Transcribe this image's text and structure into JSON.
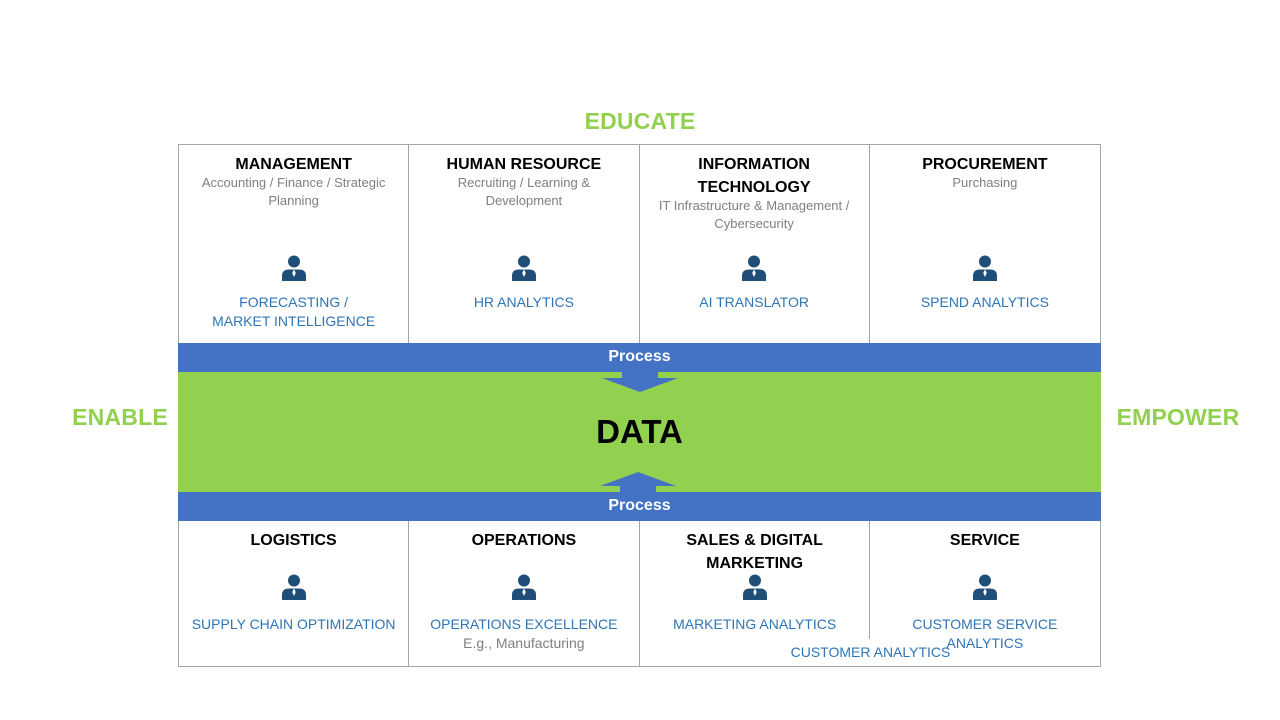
{
  "labels": {
    "educate": "EDUCATE",
    "enable": "ENABLE",
    "empower": "EMPOWER"
  },
  "colors": {
    "accent_green": "#92d050",
    "process_blue": "#4472c4",
    "role_blue": "#2e75b6",
    "icon_navy": "#1f4e79",
    "subtitle_grey": "#7f7f7f"
  },
  "top_departments": [
    {
      "title": "MANAGEMENT",
      "subtitle": "Accounting / Finance / Strategic Planning",
      "role": "FORECASTING /\nMARKET INTELLIGENCE",
      "icon": "person-icon"
    },
    {
      "title": "HUMAN RESOURCE",
      "subtitle": "Recruiting / Learning & Development",
      "role": "HR ANALYTICS",
      "icon": "person-icon"
    },
    {
      "title": "INFORMATION TECHNOLOGY",
      "subtitle": "IT Infrastructure & Management / Cybersecurity",
      "role": "AI TRANSLATOR",
      "icon": "person-icon"
    },
    {
      "title": "PROCUREMENT",
      "subtitle": "Purchasing",
      "role": "SPEND ANALYTICS",
      "icon": "person-icon"
    }
  ],
  "process": {
    "top": "Process",
    "bottom": "Process"
  },
  "data_label": "DATA",
  "bottom_departments": [
    {
      "title": "LOGISTICS",
      "role": "SUPPLY CHAIN OPTIMIZATION",
      "icon": "person-icon"
    },
    {
      "title": "OPERATIONS",
      "role": "OPERATIONS EXCELLENCE",
      "note": "E.g., Manufacturing",
      "icon": "person-icon"
    },
    {
      "title": "SALES & DIGITAL MARKETING",
      "role": "MARKETING ANALYTICS",
      "icon": "person-icon"
    },
    {
      "title": "SERVICE",
      "role": "CUSTOMER SERVICE ANALYTICS",
      "icon": "person-icon"
    }
  ],
  "shared_role": "CUSTOMER ANALYTICS"
}
